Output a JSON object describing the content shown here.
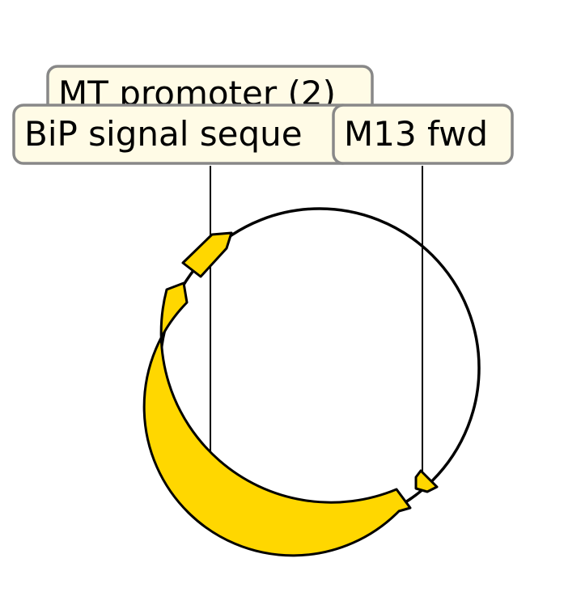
{
  "diagram": {
    "type": "plasmid-map",
    "colors": {
      "background": "#ffffff",
      "backbone": "#000000",
      "feature_fill": "#ffd700",
      "label_fill": "#fffbe6",
      "label_border": "#888888",
      "leader_line": "#000000"
    },
    "features": [
      {
        "id": "mt-promoter",
        "label": "MT promoter (2)"
      },
      {
        "id": "bip-signal",
        "label": "BiP signal seque"
      },
      {
        "id": "m13-fwd",
        "label": "M13 fwd"
      }
    ]
  }
}
